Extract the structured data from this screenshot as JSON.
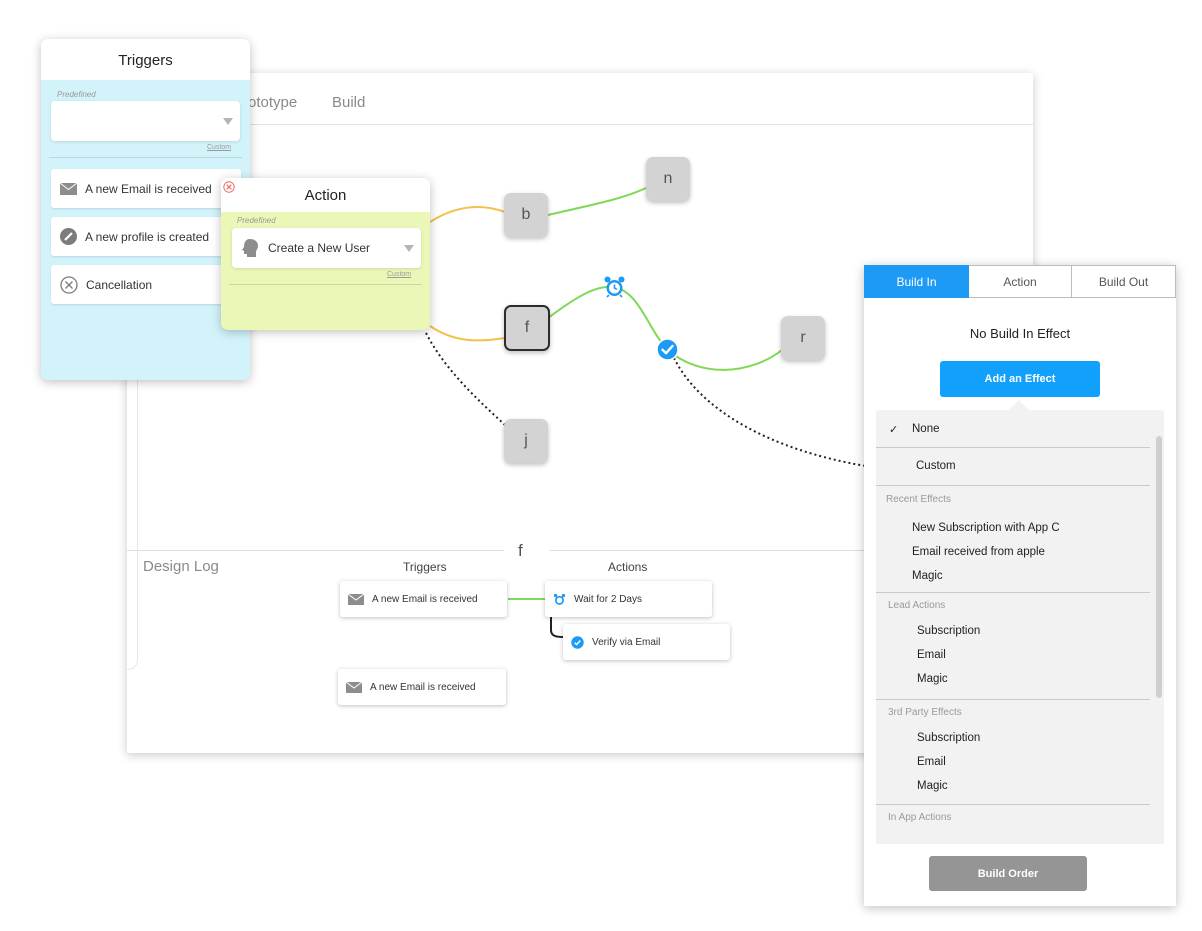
{
  "top_tabs": [
    "rototype",
    "Build"
  ],
  "nodes": {
    "b": "b",
    "n": "n",
    "f": "f",
    "r": "r",
    "j": "j"
  },
  "design_log": {
    "title": "Design Log",
    "selected_node": "f",
    "triggers_header": "Triggers",
    "actions_header": "Actions",
    "trigger_card_1": "A new Email is received",
    "trigger_card_2": "A new Email is received",
    "action_wait": "Wait for 2 Days",
    "action_verify": "Verify via Email"
  },
  "triggers_panel": {
    "title": "Triggers",
    "predefined_label": "Predefined",
    "custom_link": "Custom",
    "items": [
      "A new Email is received",
      "A new profile is created",
      "Cancellation"
    ]
  },
  "action_panel": {
    "title": "Action",
    "predefined_label": "Predefined",
    "selected": "Create a New User",
    "custom_link": "Custom"
  },
  "build_panel": {
    "tabs": [
      "Build In",
      "Action",
      "Build Out"
    ],
    "active_tab": "Build In",
    "effect_title": "No Build In Effect",
    "add_effect_label": "Add an Effect",
    "dropdown": {
      "none": "None",
      "checkmark": "✓",
      "custom": "Custom",
      "recent_header": "Recent Effects",
      "recent": [
        "New Subscription with App C",
        "Email received from apple",
        "Magic"
      ],
      "lead_header": "Lead Actions",
      "lead": [
        "Subscription",
        "Email",
        "Magic"
      ],
      "third_header": "3rd Party Effects",
      "third": [
        "Subscription",
        "Email",
        "Magic"
      ],
      "inapp_header": "In App Actions"
    },
    "build_order_label": "Build Order"
  },
  "colors": {
    "accent_blue": "#1c9af5",
    "connector_green": "#7ed957",
    "connector_yellow": "#f2c14e",
    "triggers_bg": "#d3f3fb",
    "action_bg": "#eaf7b7"
  },
  "icons": {
    "email": "envelope-icon",
    "profile": "pencil-circle-icon",
    "cancel": "x-circle-icon",
    "alarm": "alarm-clock-icon",
    "check": "check-circle-icon",
    "head": "head-silhouette-icon",
    "close": "close-icon"
  }
}
